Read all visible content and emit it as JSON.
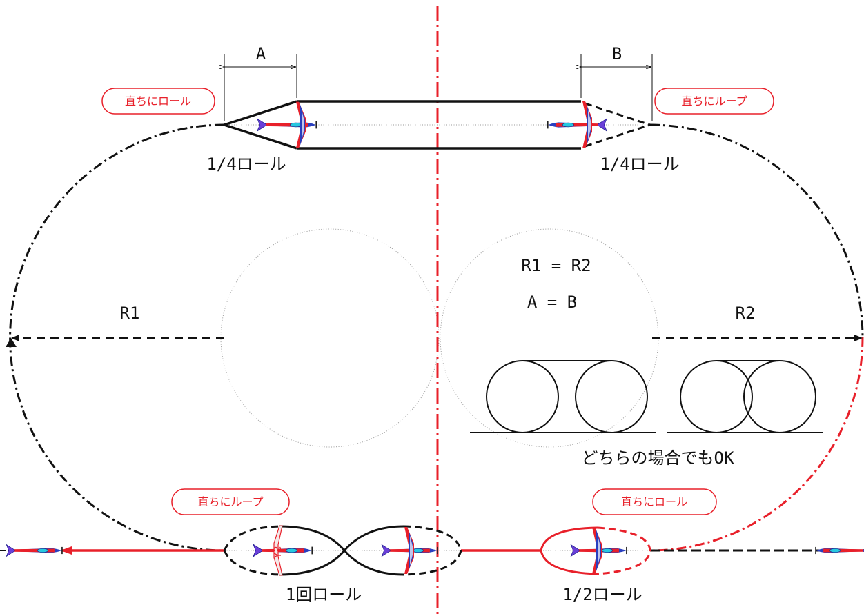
{
  "dimensions": {
    "a": "A",
    "b": "B"
  },
  "callouts": {
    "top_left": "直ちにロール",
    "top_right": "直ちにループ",
    "bottom_left": "直ちにループ",
    "bottom_right": "直ちにロール"
  },
  "labels": {
    "roll_quarter_left": "1/4ロール",
    "roll_quarter_right": "1/4ロール",
    "roll_full": "1回ロール",
    "roll_half": "1/2ロール",
    "r1": "R1",
    "r2": "R2",
    "eq_radius": "R1 = R2",
    "eq_length": "A = B",
    "either_ok": "どちらの場合でもOK"
  },
  "colors": {
    "accent_red": "#e8202a",
    "line_black": "#111111",
    "guide_gray": "#9a9a9a",
    "plane_blue": "#2a3fbf",
    "plane_cyan": "#28c8e0"
  },
  "icons": [
    "airplane-icon",
    "centerline"
  ]
}
